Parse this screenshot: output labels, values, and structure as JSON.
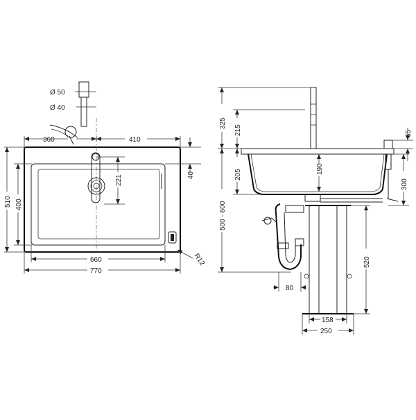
{
  "top_view": {
    "dia_50": "Ø 50",
    "dia_40": "Ø 40",
    "dim_360": "360",
    "dim_410": "410",
    "dim_510": "510",
    "dim_400": "400",
    "dim_221": "221",
    "dim_40": "40",
    "dim_660": "660",
    "dim_770": "770",
    "radius": "R12"
  },
  "side_view": {
    "dim_325": "325",
    "dim_215": "215",
    "dim_205": "205",
    "dim_190": "190",
    "dim_500_600": "500 - 600",
    "dim_65": "65",
    "dim_300": "300",
    "dim_520": "520",
    "dim_80": "80",
    "dim_158": "158",
    "dim_250": "250"
  }
}
